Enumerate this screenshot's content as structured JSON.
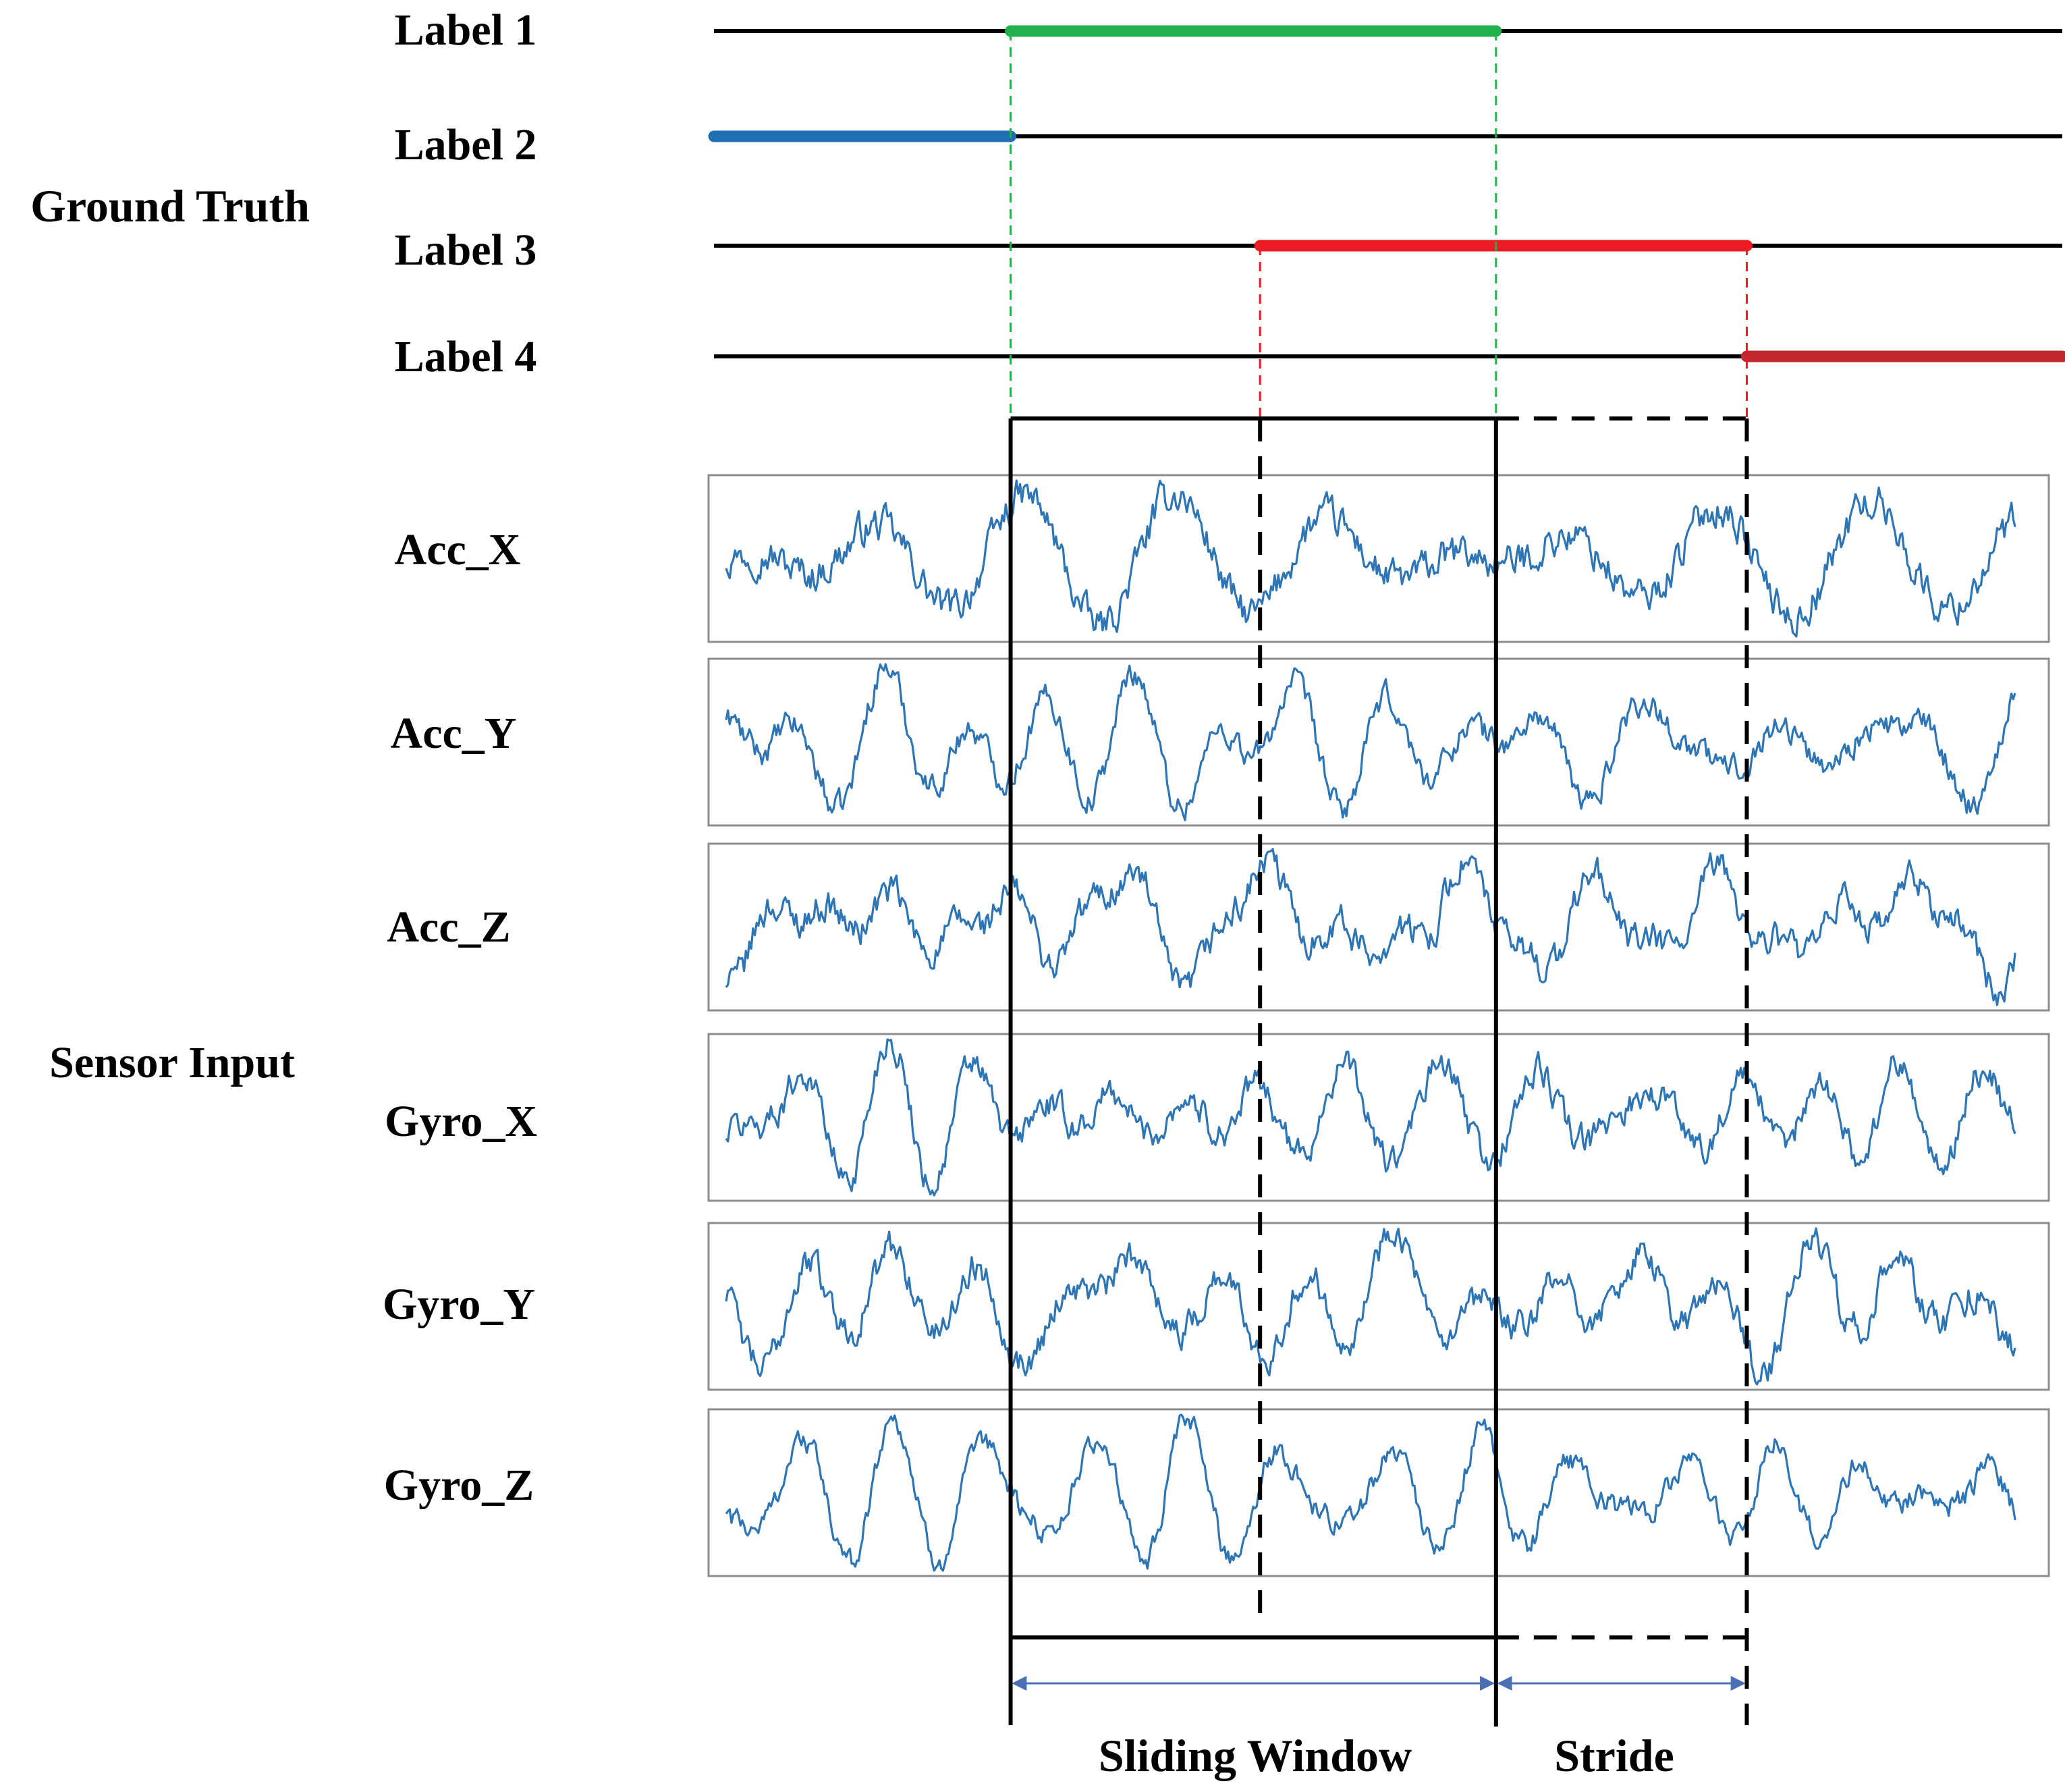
{
  "ground_truth_label": "Ground Truth",
  "sensor_input_label": "Sensor Input",
  "labels": [
    {
      "text": "Label 1",
      "color": "#22b14c",
      "start": 0.22,
      "end": 0.58
    },
    {
      "text": "Label 2",
      "color": "#1f6fb5",
      "start": 0.0,
      "end": 0.22
    },
    {
      "text": "Label 3",
      "color": "#ed1c24",
      "start": 0.405,
      "end": 0.766
    },
    {
      "text": "Label 4",
      "color": "#c1272d",
      "start": 0.766,
      "end": 1.0
    }
  ],
  "channels": [
    {
      "name": "Acc_X"
    },
    {
      "name": "Acc_Y"
    },
    {
      "name": "Acc_Z"
    },
    {
      "name": "Gyro_X"
    },
    {
      "name": "Gyro_Y"
    },
    {
      "name": "Gyro_Z"
    }
  ],
  "signal_color": "#2e75b6",
  "window": {
    "start": 0.22,
    "end": 0.58,
    "label": "Sliding Window"
  },
  "next_window": {
    "start": 0.405,
    "end": 0.766
  },
  "stride": {
    "start": 0.58,
    "end": 0.766,
    "label": "Stride"
  }
}
